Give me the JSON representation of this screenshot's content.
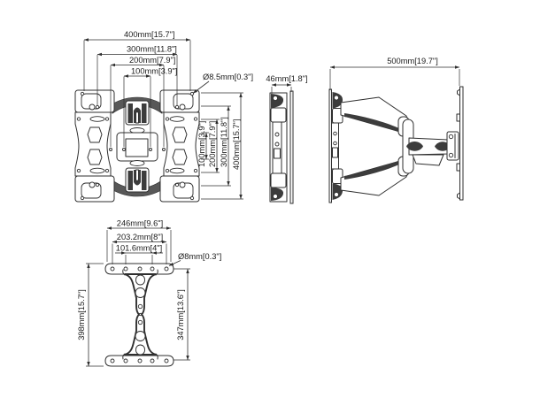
{
  "front_view": {
    "width_dims": {
      "d400": "400mm[15.7\"]",
      "d300": "300mm[11.8\"]",
      "d200": "200mm[7.9\"]",
      "d100": "100mm[3.9\"]"
    },
    "hole_dim": "Ø8.5mm[0.3\"]",
    "height_dims": {
      "d100": "100mm[3.9\"]",
      "d200": "200mm[7.9\"]",
      "d300": "300mm[11.8\"]",
      "d400": "400mm[15.7\"]"
    }
  },
  "side_view_folded": {
    "depth_dim": "46mm[1.8\"]"
  },
  "side_view_extended": {
    "extension_dim": "500mm[19.7\"]"
  },
  "wall_plate_view": {
    "width_dims": {
      "d246": "246mm[9.6\"]",
      "d203": "203.2mm[8\"]",
      "d101": "101.6mm[4\"]"
    },
    "hole_dim": "Ø8mm[0.3\"]",
    "height_dims": {
      "d398": "398mm[15.7\"]",
      "d347": "347mm[13.6\"]"
    }
  },
  "colors": {
    "line": "#2f2f2f",
    "dark_fill": "#3c3c3c",
    "shade": "#585858",
    "background": "#ffffff"
  }
}
